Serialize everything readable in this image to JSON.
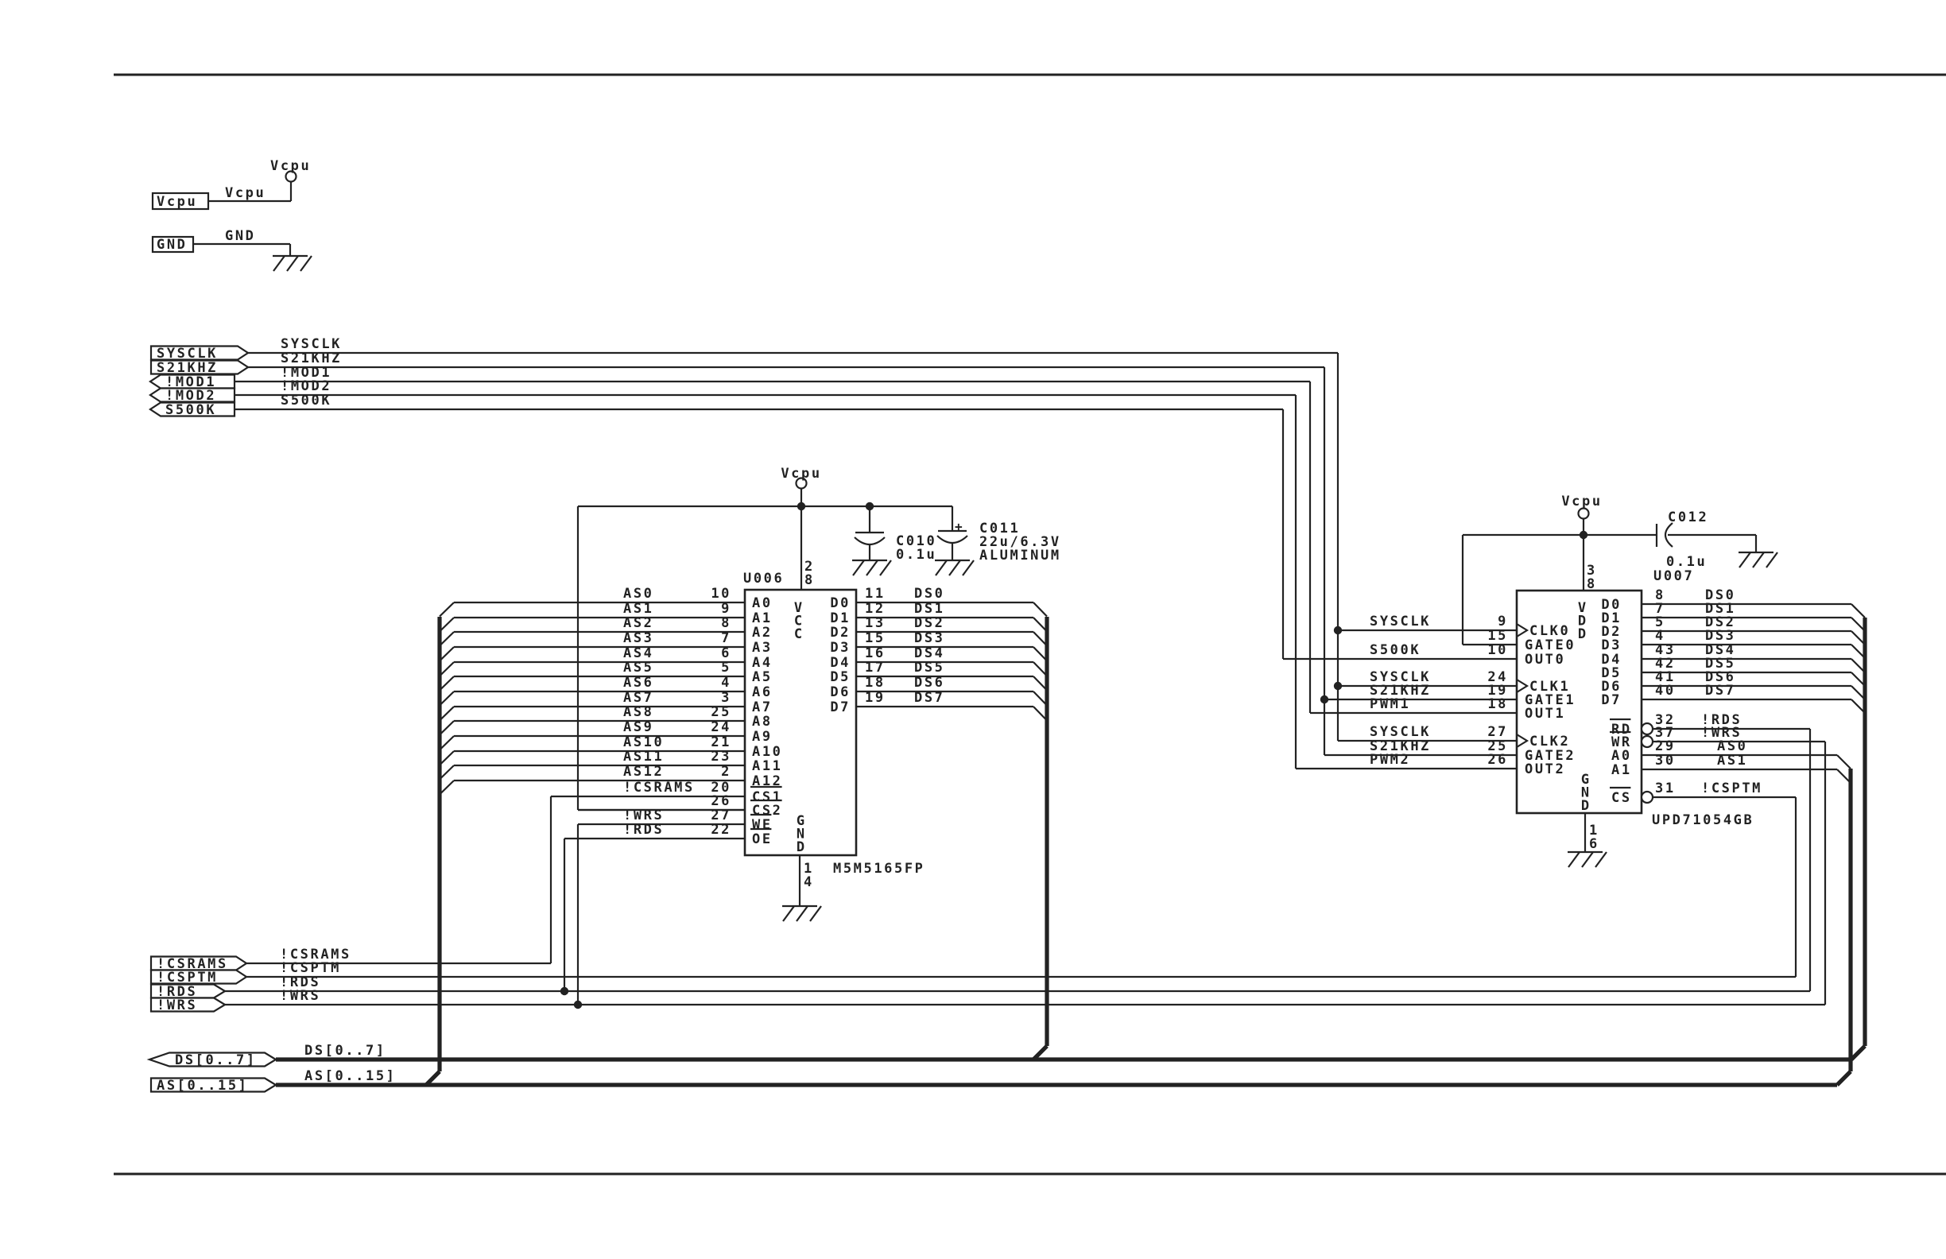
{
  "colors": {
    "ink": "#222222",
    "paper": "#ffffff"
  },
  "power_symbols": {
    "vcpu": {
      "tag_label": "Vcpu",
      "wire_label": "Vcpu",
      "node_label": "Vcpu"
    },
    "gnd": {
      "tag_label": "GND",
      "wire_label": "GND"
    }
  },
  "top_signals": [
    {
      "tag": "SYSCLK",
      "net": "SYSCLK",
      "direction": "output"
    },
    {
      "tag": "S21KHZ",
      "net": "S21KHZ",
      "direction": "output"
    },
    {
      "tag": "!MOD1",
      "net": "!MOD1",
      "direction": "input"
    },
    {
      "tag": "!MOD2",
      "net": "!MOD2",
      "direction": "input"
    },
    {
      "tag": "S500K",
      "net": "S500K",
      "direction": "input"
    }
  ],
  "bottom_signals": [
    {
      "tag": "!CSRAMS",
      "net": "!CSRAMS"
    },
    {
      "tag": "!CSPTM",
      "net": "!CSPTM"
    },
    {
      "tag": "!RDS",
      "net": "!RDS"
    },
    {
      "tag": "!WRS",
      "net": "!WRS"
    }
  ],
  "buses": [
    {
      "tag": "DS[0..7]",
      "net": "DS[0..7]",
      "direction": "bidirectional"
    },
    {
      "tag": "AS[0..15]",
      "net": "AS[0..15]",
      "direction": "output"
    }
  ],
  "u006": {
    "refdes": "U006",
    "part": "M5M5165FP",
    "power_pin": {
      "label": "VCC",
      "pin": "28",
      "net": "Vcpu"
    },
    "ground_pin": {
      "label": "GND",
      "pin": "14"
    },
    "address_pins": [
      {
        "name": "A0",
        "pin": "10",
        "net": "AS0"
      },
      {
        "name": "A1",
        "pin": "9",
        "net": "AS1"
      },
      {
        "name": "A2",
        "pin": "8",
        "net": "AS2"
      },
      {
        "name": "A3",
        "pin": "7",
        "net": "AS3"
      },
      {
        "name": "A4",
        "pin": "6",
        "net": "AS4"
      },
      {
        "name": "A5",
        "pin": "5",
        "net": "AS5"
      },
      {
        "name": "A6",
        "pin": "4",
        "net": "AS6"
      },
      {
        "name": "A7",
        "pin": "3",
        "net": "AS7"
      },
      {
        "name": "A8",
        "pin": "25",
        "net": "AS8"
      },
      {
        "name": "A9",
        "pin": "24",
        "net": "AS9"
      },
      {
        "name": "A10",
        "pin": "21",
        "net": "AS10"
      },
      {
        "name": "A11",
        "pin": "23",
        "net": "AS11"
      },
      {
        "name": "A12",
        "pin": "2",
        "net": "AS12"
      }
    ],
    "control_pins": [
      {
        "name": "CS1",
        "pin": "20",
        "net": "!CSRAMS",
        "overline": true
      },
      {
        "name": "CS2",
        "pin": "26",
        "net": "",
        "overline": true
      },
      {
        "name": "WE",
        "pin": "27",
        "net": "!WRS",
        "overline": true
      },
      {
        "name": "OE",
        "pin": "22",
        "net": "!RDS",
        "overline": true
      }
    ],
    "data_pins": [
      {
        "name": "D0",
        "pin": "11",
        "net": "DS0"
      },
      {
        "name": "D1",
        "pin": "12",
        "net": "DS1"
      },
      {
        "name": "D2",
        "pin": "13",
        "net": "DS2"
      },
      {
        "name": "D3",
        "pin": "15",
        "net": "DS3"
      },
      {
        "name": "D4",
        "pin": "16",
        "net": "DS4"
      },
      {
        "name": "D5",
        "pin": "17",
        "net": "DS5"
      },
      {
        "name": "D6",
        "pin": "18",
        "net": "DS6"
      },
      {
        "name": "D7",
        "pin": "19",
        "net": "DS7"
      }
    ]
  },
  "u007": {
    "refdes": "U007",
    "part": "UPD71054GB",
    "power_pin": {
      "label": "VDD",
      "pin": "38",
      "net": "Vcpu"
    },
    "ground_pin": {
      "label": "GND",
      "pin": "16"
    },
    "timer_pins": [
      {
        "name": "CLK0",
        "pin": "9",
        "net": "SYSCLK",
        "clock": true
      },
      {
        "name": "GATE0",
        "pin": "15",
        "net": ""
      },
      {
        "name": "OUT0",
        "pin": "10",
        "net": "S500K"
      },
      {
        "name": "CLK1",
        "pin": "24",
        "net": "SYSCLK",
        "clock": true
      },
      {
        "name": "GATE1",
        "pin": "19",
        "net": "S21KHZ"
      },
      {
        "name": "OUT1",
        "pin": "18",
        "net": "PWM1"
      },
      {
        "name": "CLK2",
        "pin": "27",
        "net": "SYSCLK",
        "clock": true
      },
      {
        "name": "GATE2",
        "pin": "25",
        "net": "S21KHZ"
      },
      {
        "name": "OUT2",
        "pin": "26",
        "net": "PWM2"
      }
    ],
    "data_pins": [
      {
        "name": "D0",
        "pin": "8",
        "net": "DS0"
      },
      {
        "name": "D1",
        "pin": "7",
        "net": "DS1"
      },
      {
        "name": "D2",
        "pin": "5",
        "net": "DS2"
      },
      {
        "name": "D3",
        "pin": "4",
        "net": "DS3"
      },
      {
        "name": "D4",
        "pin": "43",
        "net": "DS4"
      },
      {
        "name": "D5",
        "pin": "42",
        "net": "DS5"
      },
      {
        "name": "D6",
        "pin": "41",
        "net": "DS6"
      },
      {
        "name": "D7",
        "pin": "40",
        "net": "DS7"
      }
    ],
    "control_pins": [
      {
        "name": "RD",
        "pin": "32",
        "net": "!RDS",
        "overline": true,
        "bubble": true
      },
      {
        "name": "WR",
        "pin": "37",
        "net": "!WRS",
        "overline": true,
        "bubble": true
      },
      {
        "name": "A0",
        "pin": "29",
        "net": "AS0"
      },
      {
        "name": "A1",
        "pin": "30",
        "net": "AS1"
      },
      {
        "name": "CS",
        "pin": "31",
        "net": "!CSPTM",
        "overline": true,
        "bubble": true
      }
    ]
  },
  "capacitors": [
    {
      "refdes": "C010",
      "value": "0.1u"
    },
    {
      "refdes": "C011",
      "value": "22u/6.3V",
      "note": "ALUMINUM",
      "polarity": "+"
    },
    {
      "refdes": "C012",
      "value": "0.1u"
    }
  ]
}
